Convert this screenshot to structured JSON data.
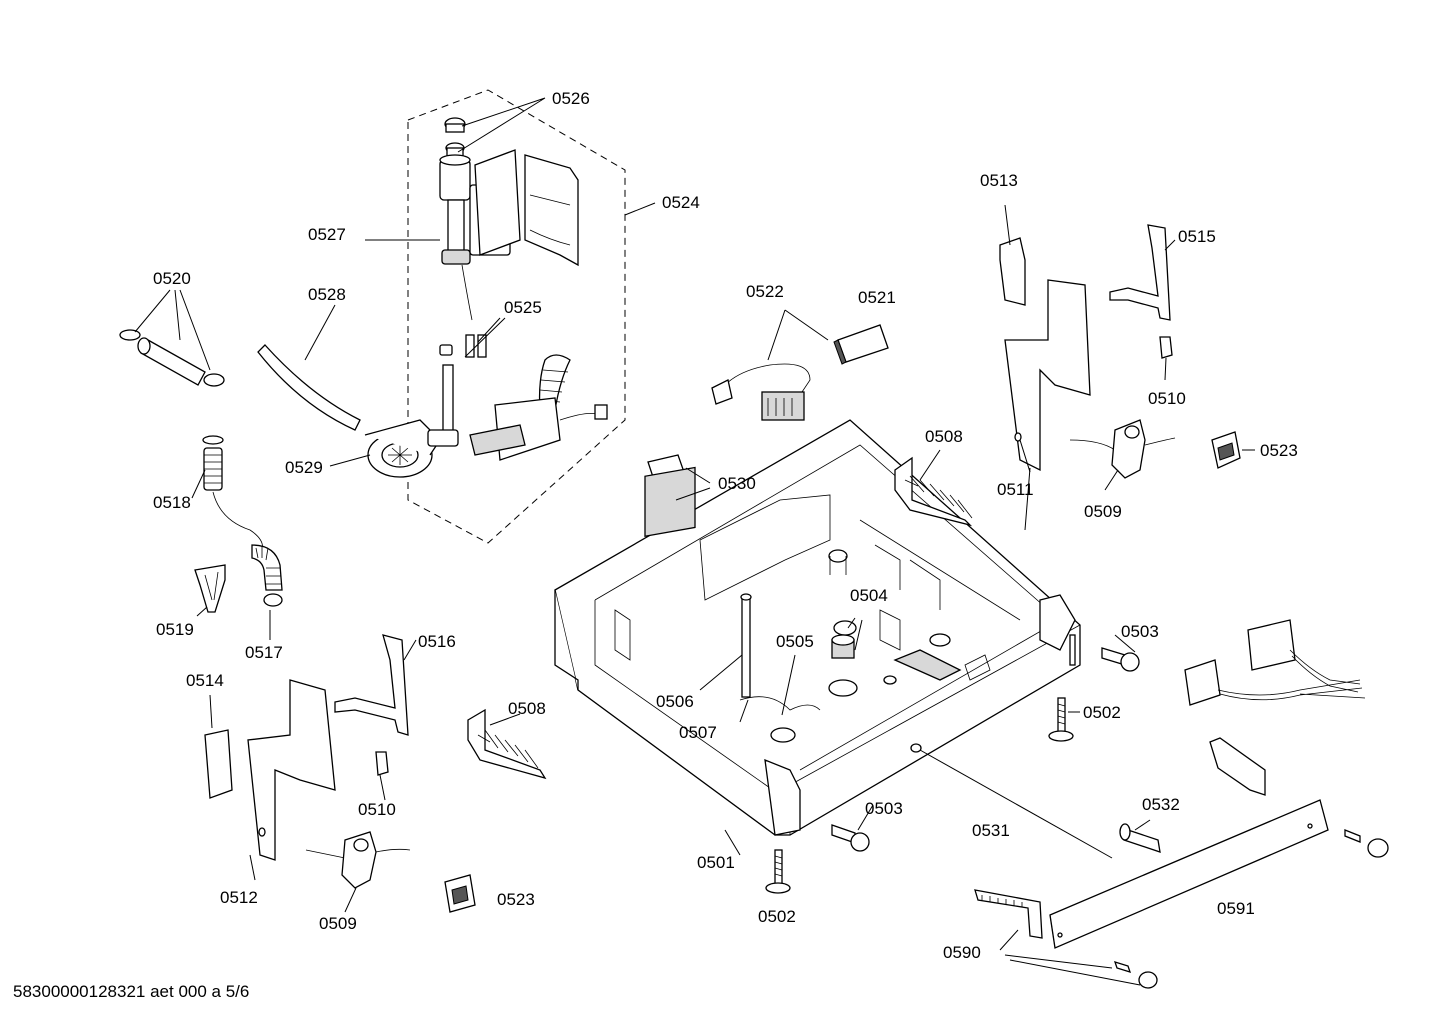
{
  "labels": {
    "p0501": "0501",
    "p0502a": "0502",
    "p0502b": "0502",
    "p0503a": "0503",
    "p0503b": "0503",
    "p0504": "0504",
    "p0505": "0505",
    "p0506": "0506",
    "p0507": "0507",
    "p0508a": "0508",
    "p0508b": "0508",
    "p0509a": "0509",
    "p0509b": "0509",
    "p0510a": "0510",
    "p0510b": "0510",
    "p0511": "0511",
    "p0512": "0512",
    "p0513": "0513",
    "p0514": "0514",
    "p0515": "0515",
    "p0516": "0516",
    "p0517": "0517",
    "p0518": "0518",
    "p0519": "0519",
    "p0520": "0520",
    "p0521": "0521",
    "p0522": "0522",
    "p0523a": "0523",
    "p0523b": "0523",
    "p0524": "0524",
    "p0525": "0525",
    "p0526": "0526",
    "p0527": "0527",
    "p0528": "0528",
    "p0529": "0529",
    "p0530": "0530",
    "p0531": "0531",
    "p0532": "0532",
    "p0590": "0590",
    "p0591": "0591"
  },
  "footer": {
    "doc_id": "58300000128321 aet 000 a 5/6"
  }
}
